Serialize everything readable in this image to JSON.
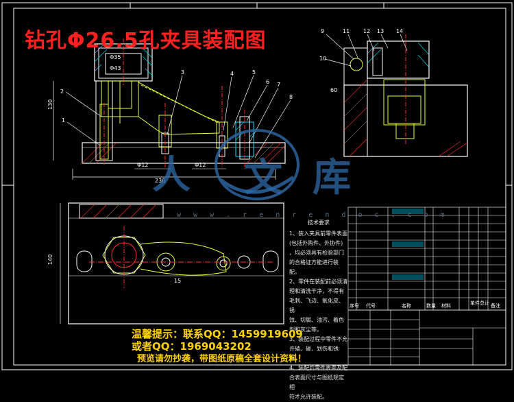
{
  "drawing": {
    "title": "钻孔Φ26.5孔夹具装配图",
    "accent_colors": {
      "frame": "#ffffff",
      "title": "#ff2020",
      "hatch": "#ff3030",
      "parts": "#e7ff3a",
      "cyan": "#00e0ff",
      "warn": "#ffd200"
    }
  },
  "dimensions": {
    "d1": "Φ35",
    "d2": "Φ43",
    "d3": "Φ12",
    "d4": "Φ12",
    "width": "236",
    "height": "140",
    "vert": "130",
    "side": "60"
  },
  "callouts": [
    "1",
    "2",
    "3",
    "4",
    "5",
    "6",
    "7",
    "8",
    "9",
    "10",
    "11",
    "12",
    "13",
    "14",
    "15"
  ],
  "tech_requirements": {
    "heading": "技术要求",
    "lines": [
      "1、装入夹具前零件表面",
      "(包括外购件、外协件)",
      "，均必须具有检验部门",
      "的合格证方能进行装配。",
      "2、零件在装配前必须清",
      "理和清洗干净，不得有",
      "毛刺、飞边、氧化皮、锈",
      "蚀、切屑、油污、着色",
      "剂和灰尘等。",
      "3、装配过程中零件不允",
      "许磕、碰、划伤和锈蚀。",
      "4、装配后零件表面及配",
      "合表面尺寸与图纸规定相",
      "符才允许装配。"
    ]
  },
  "bom_header": [
    "序号",
    "代号",
    "名称",
    "数量",
    "材料",
    "单件",
    "总计",
    "备注"
  ],
  "watermark": {
    "url": "w w w . r e n r e n d o c . c o m",
    "c1": "人",
    "c2": "文",
    "c3": "库"
  },
  "notice": {
    "line1": "温馨提示：联系QQ：1459919609",
    "line2": "或者QQ：1969043202",
    "line3": "预览请勿抄袭，带图纸原稿全套设计资料！"
  }
}
